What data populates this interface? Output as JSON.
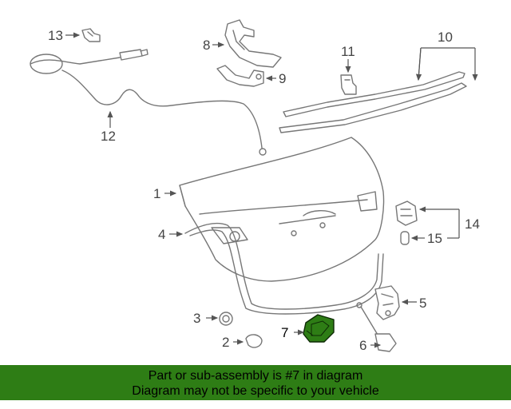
{
  "diagram": {
    "callouts": {
      "c1": "1",
      "c2": "2",
      "c3": "3",
      "c4": "4",
      "c5": "5",
      "c6": "6",
      "c7": "7",
      "c8": "8",
      "c9": "9",
      "c10": "10",
      "c11": "11",
      "c12": "12",
      "c13": "13",
      "c14": "14",
      "c15": "15"
    },
    "highlight_color": "#2e7d15"
  },
  "banner": {
    "line1": "Part or sub-assembly is #7 in diagram",
    "line2": "Diagram may not be specific to your vehicle",
    "background": "#2e7d15"
  }
}
